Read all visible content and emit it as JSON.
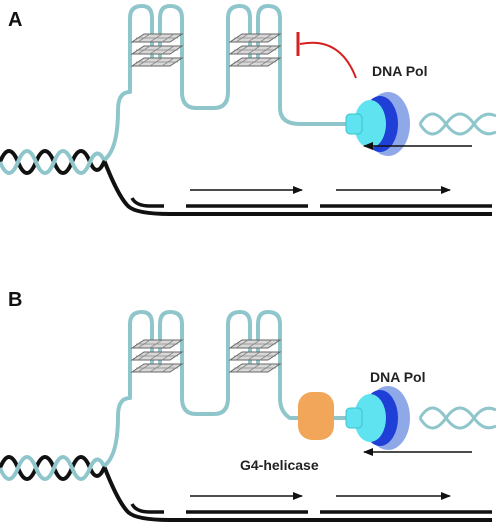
{
  "panels": [
    {
      "letter": "A",
      "polymerase_label": "DNA Pol",
      "shows_inhibition": true,
      "helicase_label": ""
    },
    {
      "letter": "B",
      "polymerase_label": "DNA Pol",
      "shows_inhibition": false,
      "helicase_label": "G4-helicase"
    }
  ],
  "colors": {
    "template_strand": "#111111",
    "g_rich_strand": "#8fc6cc",
    "g_quartet_plane": "#d8d8d8",
    "inhibition": "#d62020",
    "polymerase_core": "#5fe3f0",
    "polymerase_ring_dark": "#1f3fd6",
    "polymerase_ring_light": "#8fa8e8",
    "helicase": "#f2a65a",
    "arrow": "#111111"
  },
  "icons": {
    "g_quadruplex": "stacked-g-quartet-icon",
    "polymerase": "dna-polymerase-icon",
    "helicase": "helicase-blob-icon",
    "inhibition": "t-bar-inhibition-icon"
  }
}
